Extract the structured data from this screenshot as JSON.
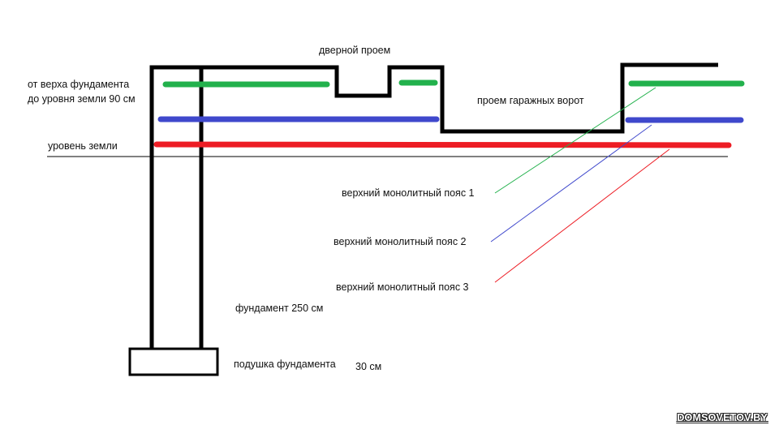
{
  "labels": {
    "door_opening": "дверной проем",
    "foundation_top_line1": "от верха фундамента",
    "foundation_top_line2": "до уровня земли 90 см",
    "garage_opening": "проем гаражных ворот",
    "ground_level": "уровень земли",
    "belt_1": "верхний монолитный пояс 1",
    "belt_2": "верхний монолитный пояс 2",
    "belt_3": "верхний монолитный пояс 3",
    "foundation": "фундамент  250 см",
    "footing": "подушка фундамента",
    "footing_size": "30 см"
  },
  "watermark": "DOMSOVETOV.BY",
  "colors": {
    "outline": "#000000",
    "belt_1": "#22b14c",
    "belt_2": "#3f48cc",
    "belt_3": "#ed1c24",
    "ground": "#000000"
  }
}
